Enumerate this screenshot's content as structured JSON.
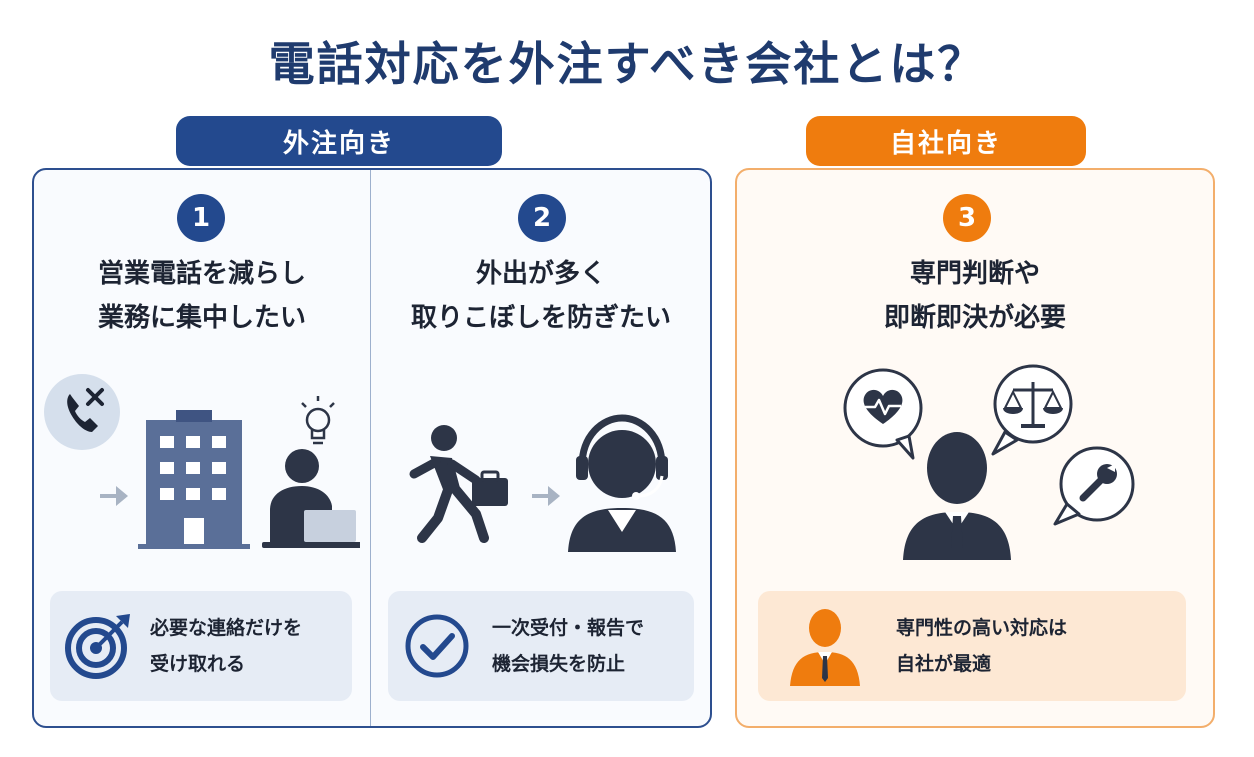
{
  "title": "電話対応を外注すべき会社とは？",
  "groups": {
    "outsource_label": "外注向き",
    "inhouse_label": "自社向き"
  },
  "items": [
    {
      "number": "1",
      "heading_line1": "営業電話を減らし",
      "heading_line2": "業務に集中したい",
      "benefit_line1": "必要な連絡だけを",
      "benefit_line2": "受け取れる"
    },
    {
      "number": "2",
      "heading_line1": "外出が多く",
      "heading_line2": "取りこぼしを防ぎたい",
      "benefit_line1": "一次受付・報告で",
      "benefit_line2": "機会損失を防止"
    },
    {
      "number": "3",
      "heading_line1": "専門判断や",
      "heading_line2": "即断即決が必要",
      "benefit_line1": "専門性の高い対応は",
      "benefit_line2": "自社が最適"
    }
  ],
  "colors": {
    "navy": "#23498e",
    "orange": "#ef7c0e",
    "slate": "#2d3547"
  }
}
